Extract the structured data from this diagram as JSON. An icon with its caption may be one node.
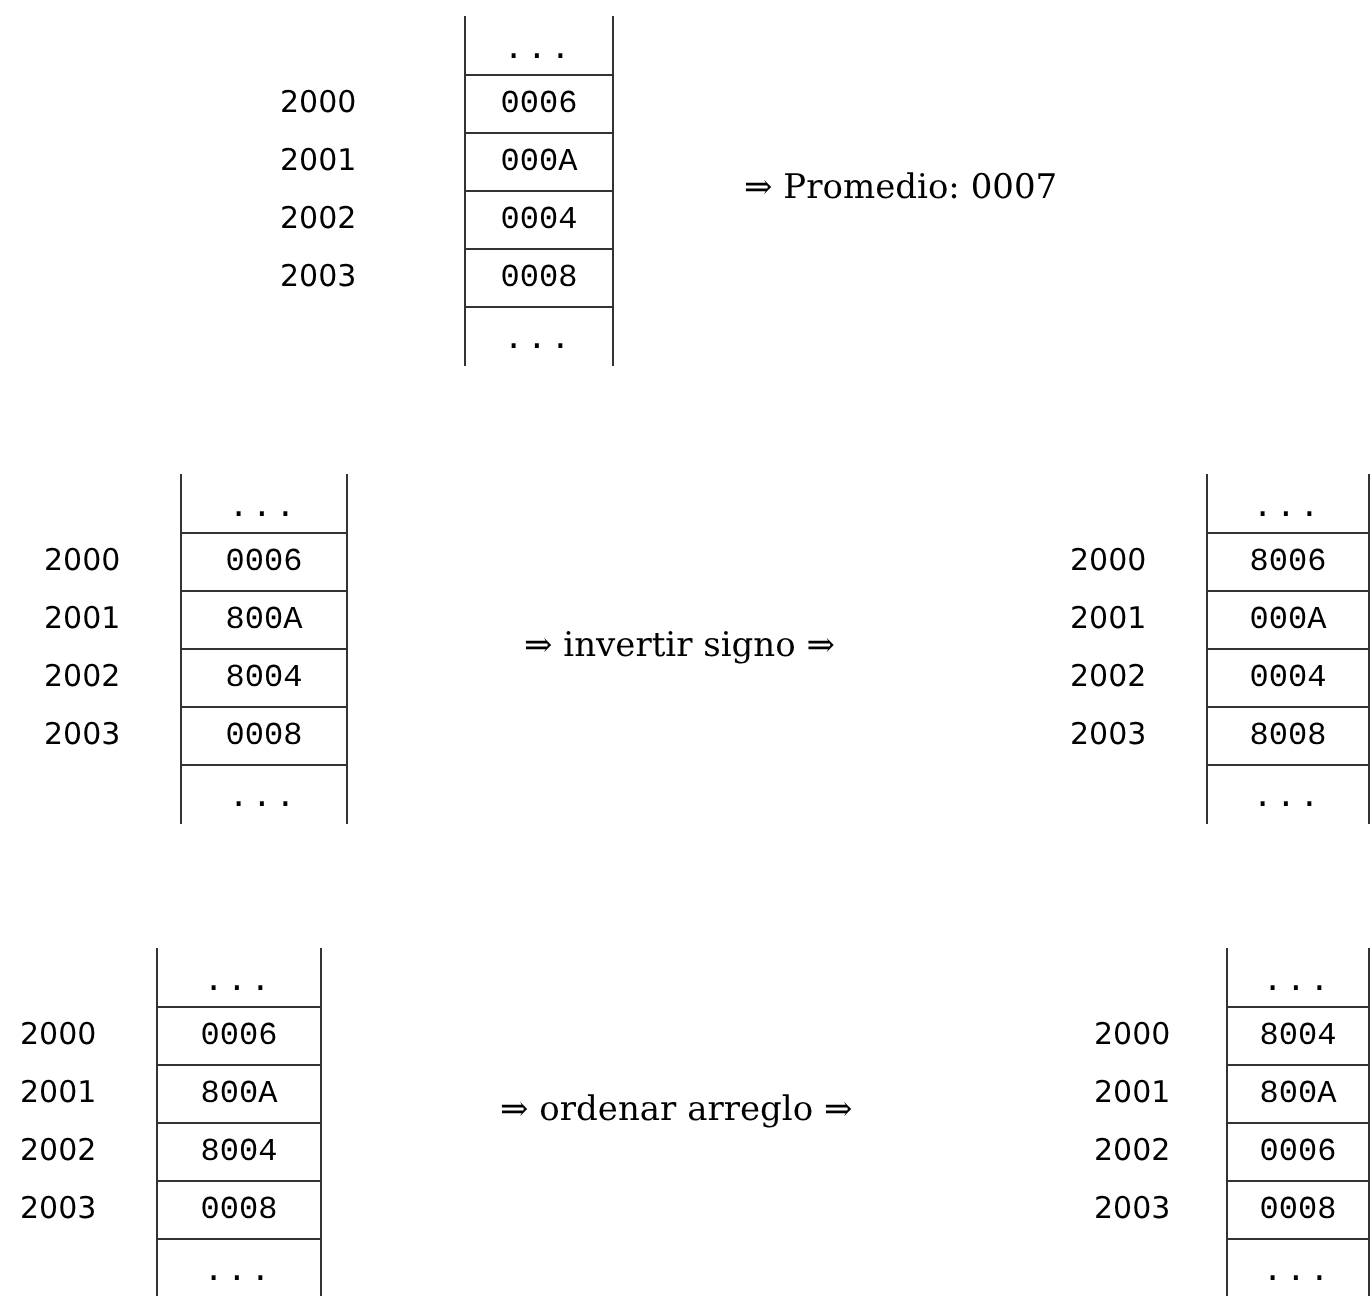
{
  "diagram": {
    "nodes": [
      {
        "text": [
          "..."
        ]
      },
      {
        "text": [
          "0006"
        ],
        "beside": [
          "2000"
        ]
      },
      {
        "text": [
          "000A"
        ],
        "beside": [
          "2001"
        ]
      },
      {
        "text": [
          "0004"
        ],
        "beside": [
          "2002"
        ]
      },
      {
        "text": [
          "0008"
        ],
        "beside": [
          "2003"
        ]
      },
      {
        "text": [
          "..."
        ]
      },
      {
        "text": [
          "..."
        ]
      },
      {
        "text": [
          "0006"
        ],
        "beside": [
          "2000"
        ]
      },
      {
        "text": [
          "800A"
        ],
        "beside": [
          "2001"
        ]
      },
      {
        "text": [
          "8004"
        ],
        "beside": [
          "2002"
        ]
      },
      {
        "text": [
          "0008"
        ],
        "beside": [
          "2003"
        ]
      },
      {
        "text": [
          "..."
        ]
      },
      {
        "text": [
          "..."
        ]
      },
      {
        "text": [
          "8006"
        ],
        "beside": [
          "2000"
        ]
      },
      {
        "text": [
          "000A"
        ],
        "beside": [
          "2001"
        ]
      },
      {
        "text": [
          "0004"
        ],
        "beside": [
          "2002"
        ]
      },
      {
        "text": [
          "8008"
        ],
        "beside": [
          "2003"
        ]
      },
      {
        "text": [
          "..."
        ]
      },
      {
        "text": [
          "..."
        ]
      },
      {
        "text": [
          "0006"
        ],
        "beside": [
          "2000"
        ]
      },
      {
        "text": [
          "800A"
        ],
        "beside": [
          "2001"
        ]
      },
      {
        "text": [
          "8004"
        ],
        "beside": [
          "2002"
        ]
      },
      {
        "text": [
          "0008"
        ],
        "beside": [
          "2003"
        ]
      },
      {
        "text": [
          "..."
        ]
      },
      {
        "text": [
          "..."
        ]
      },
      {
        "text": [
          "8004"
        ],
        "beside": [
          "2000"
        ]
      },
      {
        "text": [
          "800A"
        ],
        "beside": [
          "2001"
        ]
      },
      {
        "text": [
          "0006"
        ],
        "beside": [
          "2002"
        ]
      },
      {
        "text": [
          "0008"
        ],
        "beside": [
          "2003"
        ]
      },
      {
        "text": [
          "..."
        ]
      }
    ],
    "labels": [
      "⇒ Promedio: 0007",
      "⇒ invertir signo ⇒",
      "⇒ ordenar arreglo ⇒"
    ]
  }
}
